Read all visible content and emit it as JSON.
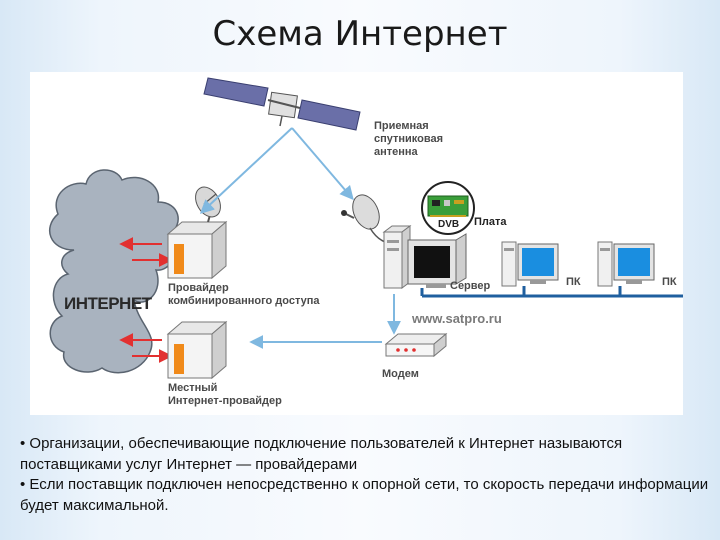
{
  "slide": {
    "title": "Схема Интернет"
  },
  "diagram": {
    "cloud_label": "ИНТЕРНЕТ",
    "satellite_antenna_label": [
      "Приемная",
      "спутниковая",
      "антенна"
    ],
    "dvb_label": "DVB",
    "board_label": "Плата",
    "provider_label": [
      "Провайдер",
      "комбинированного доступа"
    ],
    "local_provider_label": [
      "Местный",
      "Интернет-провайдер"
    ],
    "server_label": "Сервер",
    "pc1_label": "ПК",
    "pc2_label": "ПК",
    "modem_label": "Модем",
    "website": "www.satpro.ru",
    "colors": {
      "arrow_blue": "#7fb8e0",
      "arrow_red": "#e23030",
      "cloud_fill": "#a9b3bf",
      "screen_blue": "#1a8ee0",
      "board_green": "#3a9e3a",
      "network_blue": "#1f5f9f"
    }
  },
  "bullets": [
    "• Организации, обеспечивающие подключение пользователей к Интернет называются поставщиками услуг Интернет — провайдерами",
    "• Если поставщик подключен непосредственно к опорной сети, то скорость передачи информации будет максимальной."
  ]
}
